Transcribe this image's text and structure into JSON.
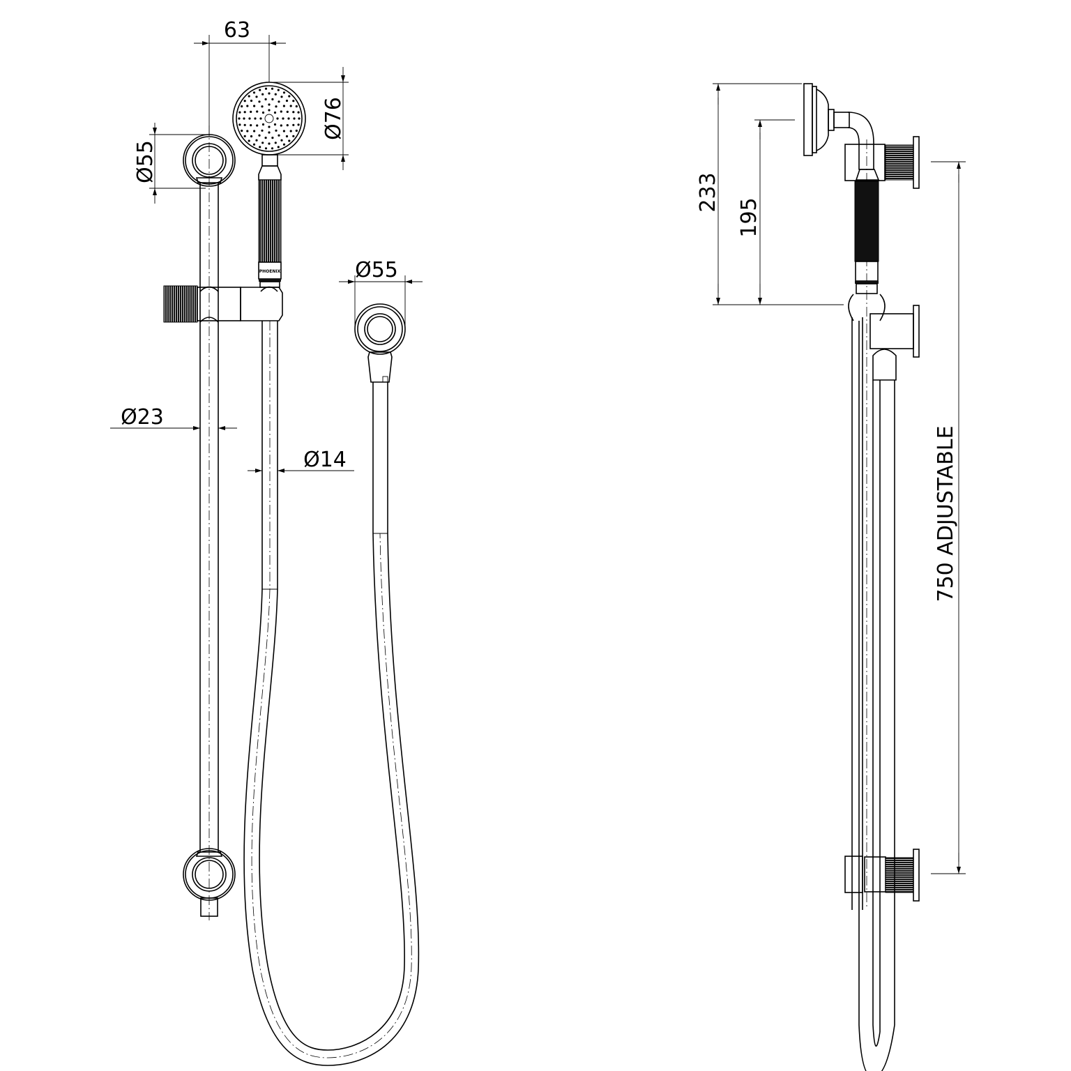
{
  "front_view": {
    "dimensions": {
      "head_offset": "63",
      "head_diameter": "Ø76",
      "bracket_diameter": "Ø55",
      "rail_diameter": "Ø23",
      "hose_diameter": "Ø14",
      "outlet_diameter": "Ø55"
    },
    "handset_brand": "PHOENIX"
  },
  "side_view": {
    "dimensions": {
      "overall_height": "233",
      "handset_height": "195",
      "rail_length": "750 ADJUSTABLE"
    }
  },
  "colors": {
    "line": "#000000",
    "background": "#ffffff"
  }
}
